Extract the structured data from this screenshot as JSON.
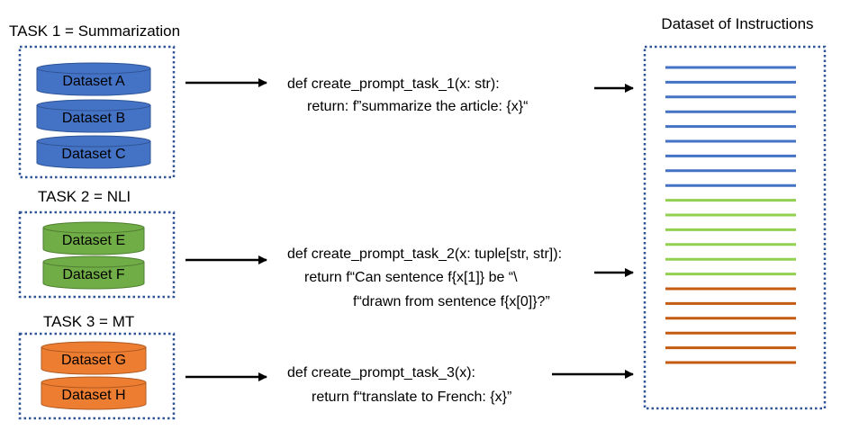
{
  "tasks": [
    {
      "label": "TASK 1 = Summarization",
      "color": "#4472c4",
      "edge": "#2f5597",
      "datasets": [
        "Dataset A",
        "Dataset B",
        "Dataset C"
      ],
      "code": [
        "def create_prompt_task_1(x: str):",
        "return: f”summarize the article: {x}“"
      ]
    },
    {
      "label": "TASK 2 = NLI",
      "color": "#70ad47",
      "edge": "#507e32",
      "datasets": [
        "Dataset E",
        "Dataset F"
      ],
      "code": [
        "def create_prompt_task_2(x: tuple[str, str]):",
        "return f“Can sentence f{x[1]} be “\\",
        "f“drawn from sentence f{x[0]}?”"
      ]
    },
    {
      "label": "TASK 3 = MT",
      "color": "#ed7d31",
      "edge": "#ae5a21",
      "datasets": [
        "Dataset G",
        "Dataset H"
      ],
      "code": [
        "def create_prompt_task_3(x):",
        "return  f“translate to French: {x}”"
      ]
    }
  ],
  "output": {
    "title": "Dataset of Instructions",
    "line_colors": {
      "blue": "#4472c4",
      "green": "#92d050",
      "orange": "#c55a11"
    },
    "line_counts": {
      "blue": 9,
      "green": 6,
      "orange": 6
    }
  },
  "dashed_border_color": "#2f5597"
}
